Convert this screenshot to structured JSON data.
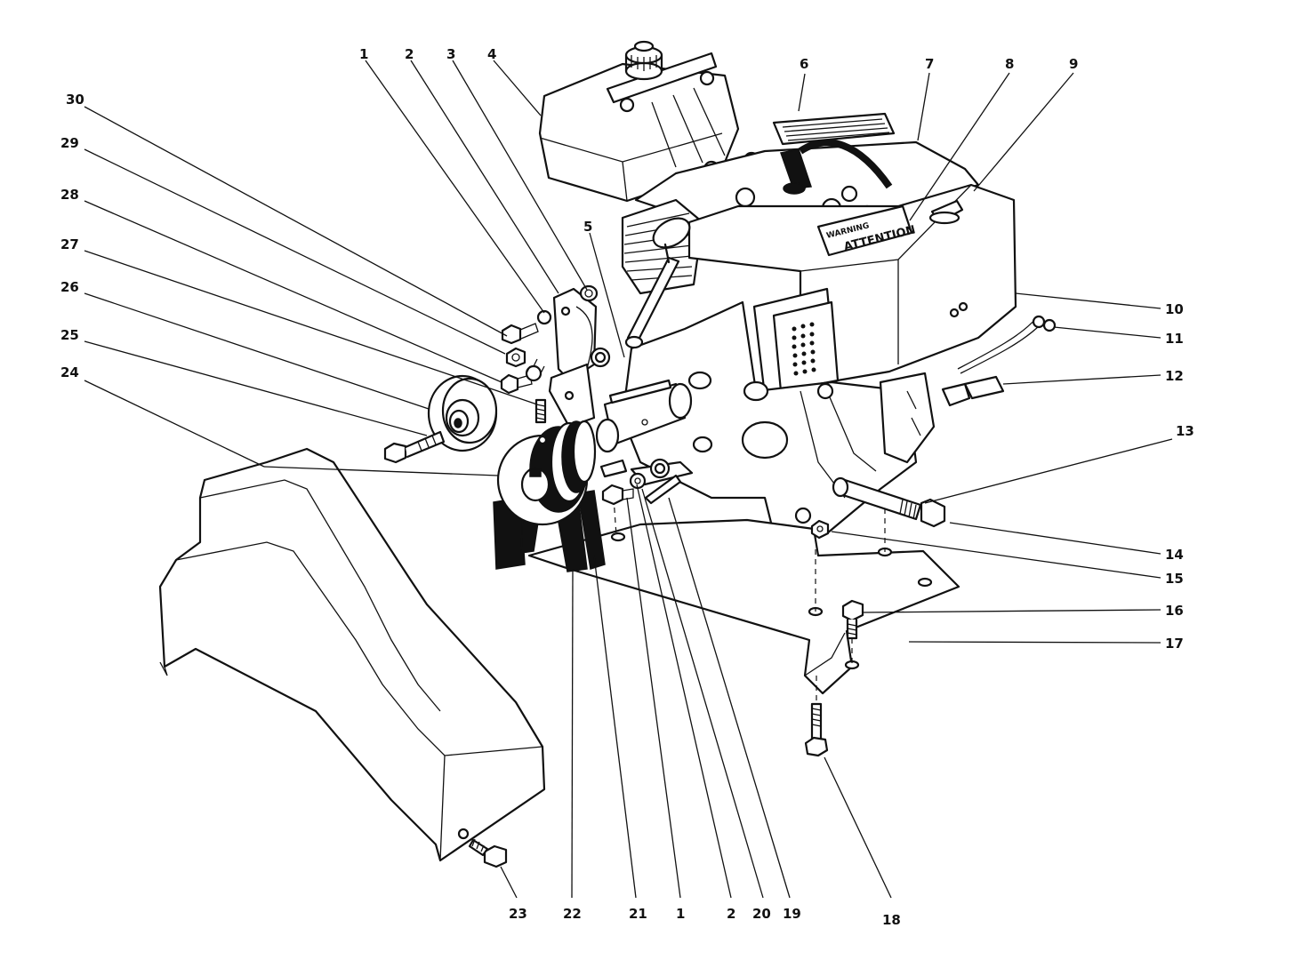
{
  "callouts": {
    "c1_top": "1",
    "c2_top": "2",
    "c3": "3",
    "c4": "4",
    "c5": "5",
    "c6": "6",
    "c7": "7",
    "c8": "8",
    "c9": "9",
    "c10": "10",
    "c11": "11",
    "c12": "12",
    "c13": "13",
    "c14": "14",
    "c15": "15",
    "c16": "16",
    "c17": "17",
    "c18": "18",
    "c19": "19",
    "c20": "20",
    "c2_bottom": "2",
    "c1_bottom": "1",
    "c21": "21",
    "c22": "22",
    "c23": "23",
    "c24": "24",
    "c25": "25",
    "c26": "26",
    "c27": "27",
    "c28": "28",
    "c29": "29",
    "c30": "30"
  },
  "decal": {
    "line1": "WARNING",
    "line2": "ATTENTION"
  }
}
